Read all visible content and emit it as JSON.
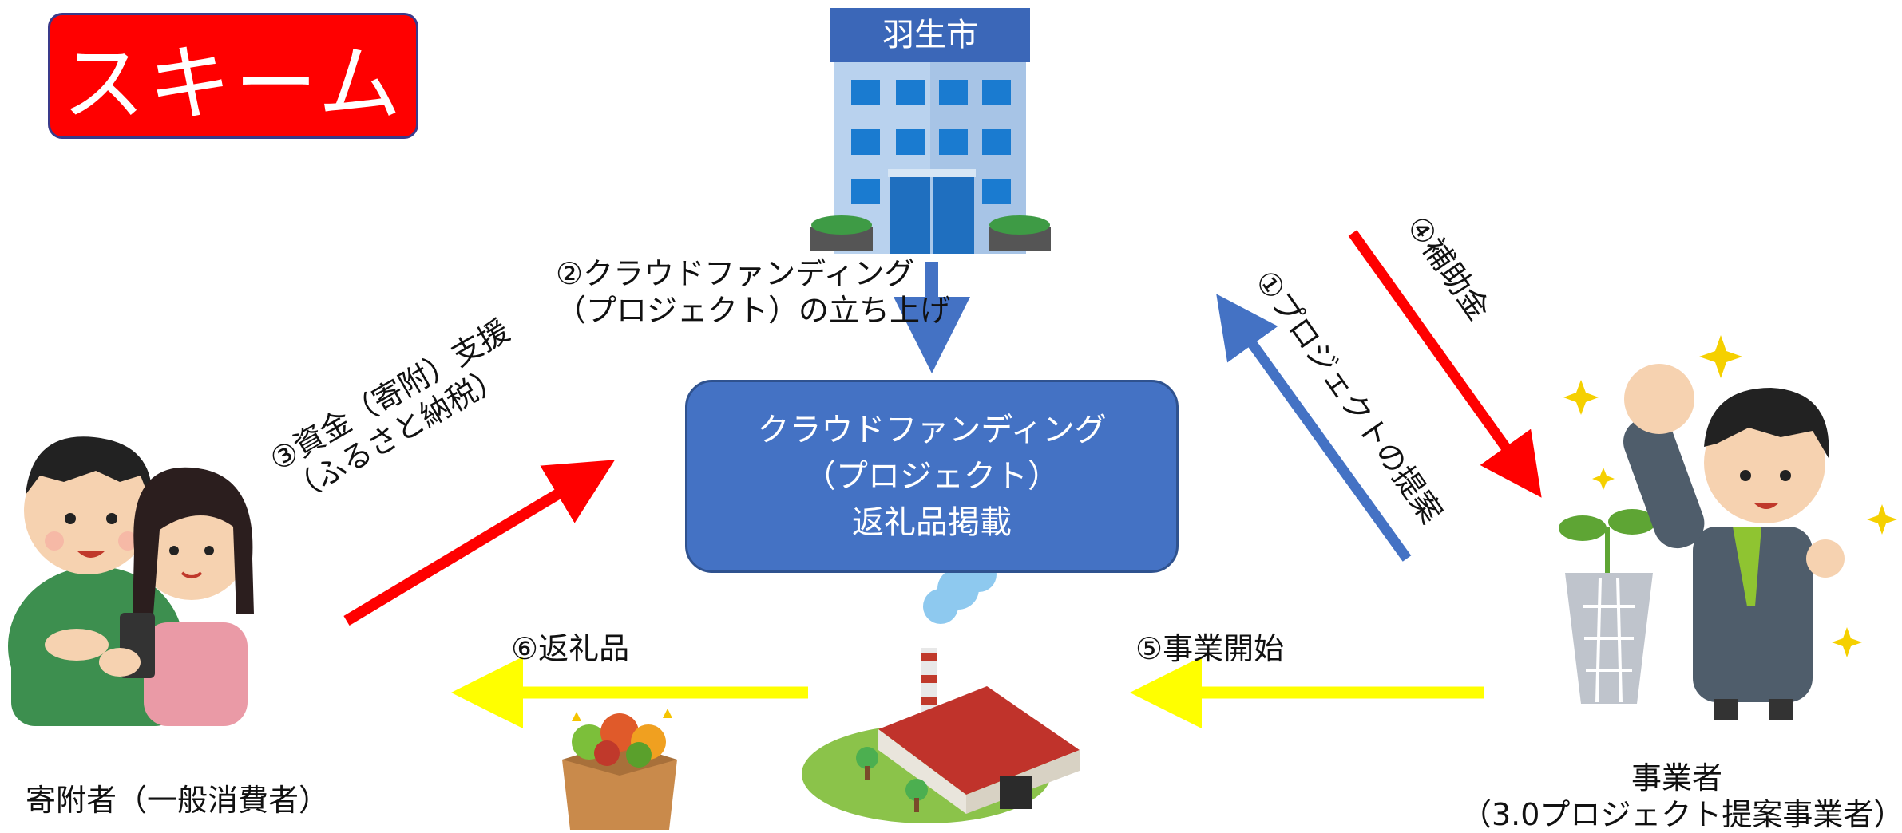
{
  "title": "スキーム",
  "city": {
    "label": "羽生市"
  },
  "platform": {
    "line1": "クラウドファンディング",
    "line2": "（プロジェクト）",
    "line3": "返礼品掲載"
  },
  "donor": {
    "label": "寄附者（一般消費者）"
  },
  "business": {
    "line1": "事業者",
    "line2": "（3.0プロジェクト提案事業者）"
  },
  "flows": {
    "step1": "①プロジェクトの提案",
    "step2_line1": "②クラウドファンディング",
    "step2_line2": "（プロジェクト）の立ち上げ",
    "step3_line1": "③資金（寄附）支援",
    "step3_line2": "（ふるさと納税）",
    "step4": "④補助金",
    "step5": "⑤事業開始",
    "step6": "⑥返礼品"
  },
  "colors": {
    "red": "#ff0000",
    "blue": "#4472c4",
    "yellow": "#ffff00",
    "title_bg": "#ff0000",
    "center_bg": "#4472c4"
  }
}
